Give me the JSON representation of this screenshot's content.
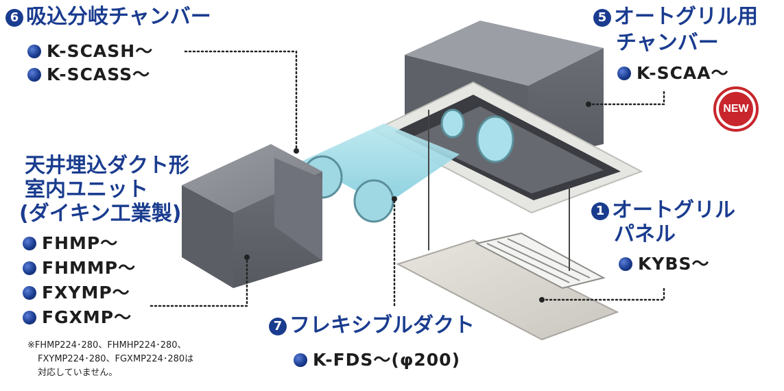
{
  "labels": {
    "item6": {
      "num": "6",
      "title": "吸込分岐チャンバー",
      "models": [
        "K-SCASH～",
        "K-SCASS～"
      ]
    },
    "item5": {
      "num": "5",
      "title_lines": [
        "オートグリル用",
        "チャンバー"
      ],
      "models": [
        "K-SCAA～"
      ],
      "badge": "NEW"
    },
    "indoor": {
      "title_lines": [
        "天井埋込ダクト形",
        "室内ユニット",
        "(ダイキン工業製)"
      ],
      "models": [
        "FHMP～",
        "FHMMP～",
        "FXYMP～",
        "FGXMP～"
      ]
    },
    "item1": {
      "num": "1",
      "title_lines": [
        "オートグリル",
        "パネル"
      ],
      "models": [
        "KYBS～"
      ]
    },
    "item7": {
      "num": "7",
      "title": "フレキシブルダクト",
      "models": [
        "K-FDS～(φ200)"
      ]
    },
    "note_lines": [
      "※FHMP224･280、FHMHP224･280、",
      "FXYMP224･280、FGXMP224･280は",
      "対応していません。"
    ]
  },
  "colors": {
    "accent": "#1a3c8f",
    "badge_red": "#c8262c",
    "duct": "#8fd3e0",
    "unit_gray": "#7a7d84",
    "panel": "#d9d7cf"
  }
}
